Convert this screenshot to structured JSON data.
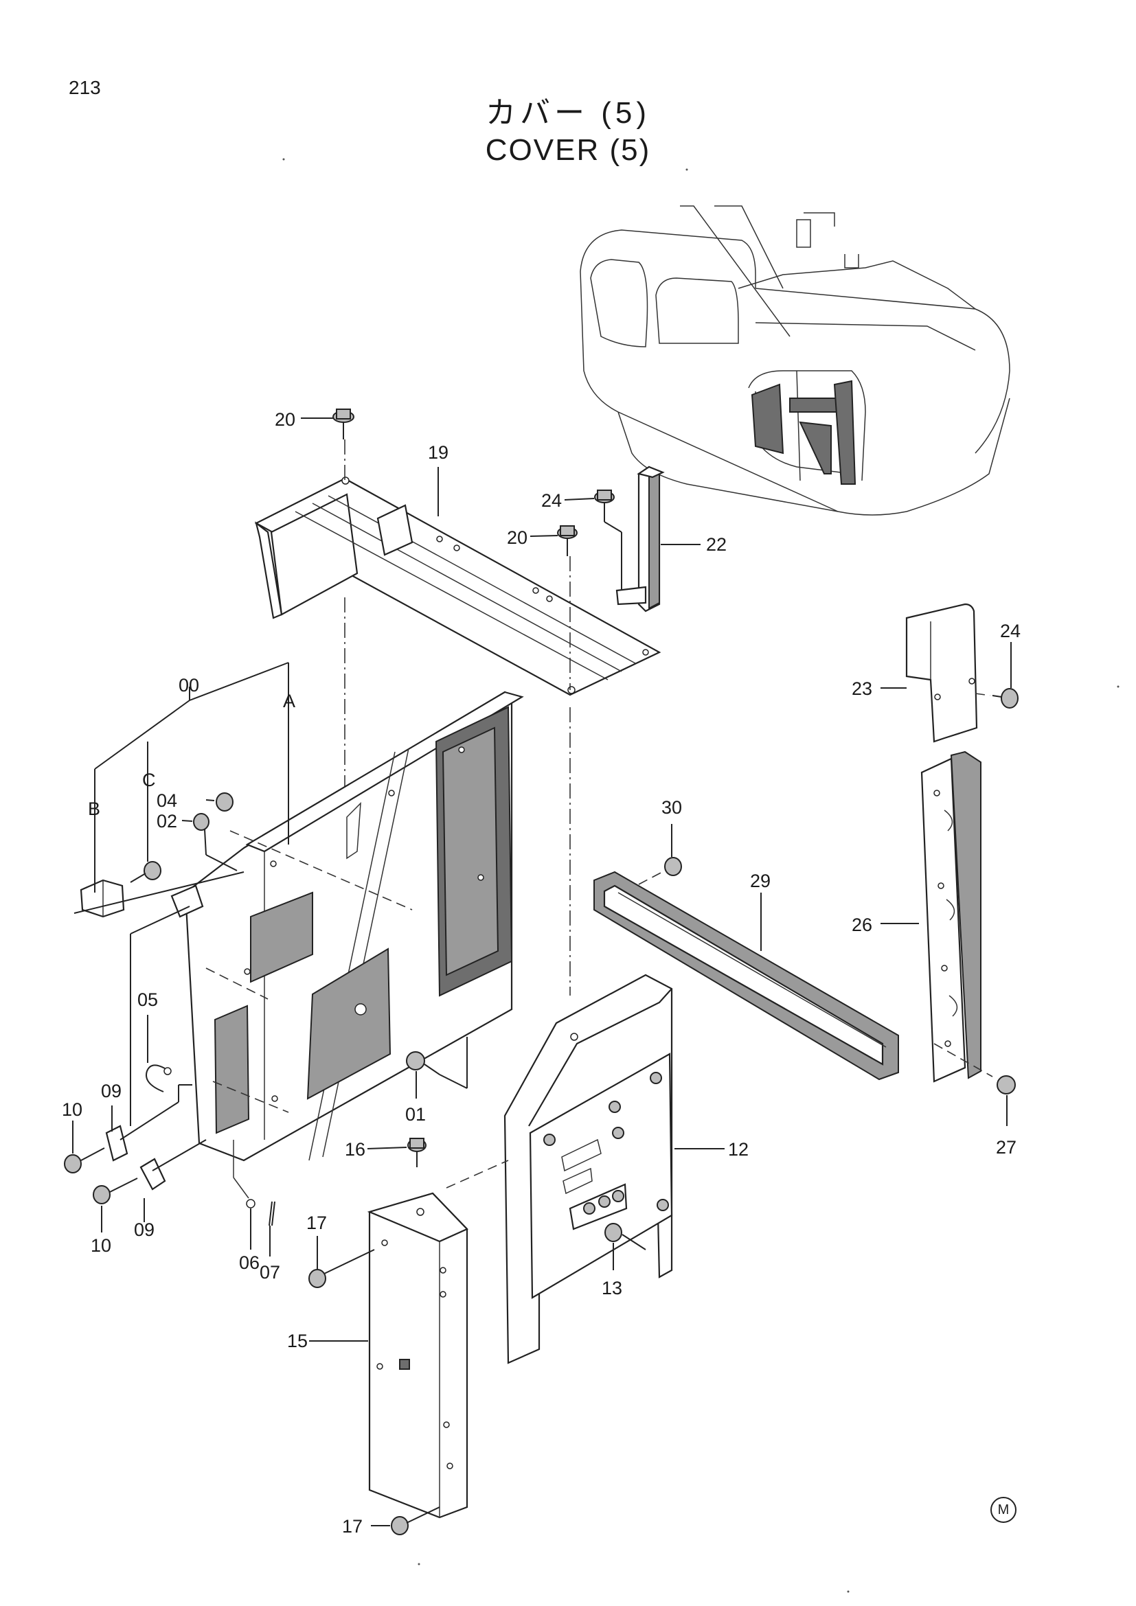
{
  "page_number": "213",
  "title_jp": "カバー (5)",
  "title_en": "COVER (5)",
  "mark": "M",
  "callouts": {
    "c00": "00",
    "cA": "A",
    "cB": "B",
    "cC": "C",
    "c01": "01",
    "c02": "02",
    "c04": "04",
    "c05": "05",
    "c06": "06",
    "c07": "07",
    "c09a": "09",
    "c09b": "09",
    "c10a": "10",
    "c10b": "10",
    "c12": "12",
    "c13": "13",
    "c15": "15",
    "c16": "16",
    "c17a": "17",
    "c17b": "17",
    "c19": "19",
    "c20a": "20",
    "c20b": "20",
    "c22": "22",
    "c23": "23",
    "c24a": "24",
    "c24b": "24",
    "c26": "26",
    "c27": "27",
    "c29": "29",
    "c30": "30"
  }
}
